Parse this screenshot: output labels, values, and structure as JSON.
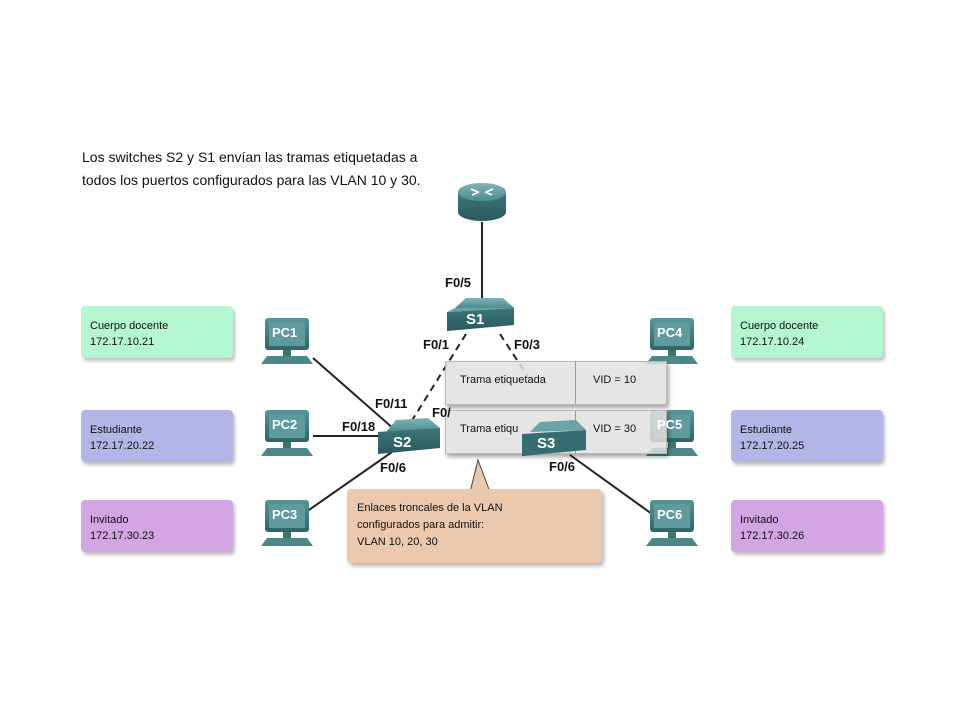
{
  "intro_text": "Los switches S2 y S1 envían las tramas etiquetadas a todos los puertos configurados para las VLAN 10 y 30.",
  "left_cards": [
    {
      "vlan": "Cuerpo docente",
      "ip": "172.17.10.21"
    },
    {
      "vlan": "Estudiante",
      "ip": "172.17.20.22"
    },
    {
      "vlan": "Invitado",
      "ip": "172.17.30.23"
    }
  ],
  "right_cards": [
    {
      "vlan": "Cuerpo docente",
      "ip": "172.17.10.24"
    },
    {
      "vlan": "Estudiante",
      "ip": "172.17.20.25"
    },
    {
      "vlan": "Invitado",
      "ip": "172.17.30.26"
    }
  ],
  "devices": {
    "s1": "S1",
    "s2": "S2",
    "s3": "S3",
    "pc1": "PC1",
    "pc2": "PC2",
    "pc3": "PC3",
    "pc4": "PC4",
    "pc5": "PC5",
    "pc6": "PC6"
  },
  "ports": {
    "router_s1": "F0/5",
    "s1_left": "F0/1",
    "s1_right": "F0/3",
    "s2_pc1": "F0/11",
    "s2_pc2": "F0/18",
    "s2_pc3": "F0/6",
    "s2_trunk": "F0/",
    "s3_pc6": "F0/6"
  },
  "frames": [
    {
      "label": "Trama etiquetada",
      "vid": "VID = 10"
    },
    {
      "label": "Trama etiqu",
      "vid": "VID = 30"
    }
  ],
  "callout": {
    "line1": "Enlaces troncales de la VLAN",
    "line2": "configurados para admitir:",
    "line3": "VLAN 10, 20, 30"
  },
  "colors": {
    "faculty": "#b3f6d0",
    "student": "#b3b5e6",
    "guest": "#d3a5e3",
    "device_teal": "#3f7f82",
    "callout": "#ecc9ad"
  }
}
